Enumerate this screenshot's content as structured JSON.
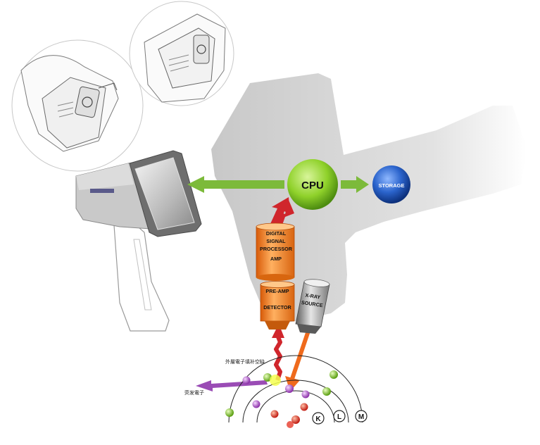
{
  "labels": {
    "cpu": "CPU",
    "storage": "STORAGE",
    "dsp_line1": "DIGITAL",
    "dsp_line2": "SIGNAL",
    "dsp_line3": "PROCESSOR",
    "dsp_line4": "AMP",
    "preamp": "PRE-AMP",
    "detector": "DETECTOR",
    "xray_line1": "X-RAY",
    "xray_line2": "SOURCE",
    "shell_k": "K",
    "shell_l": "L",
    "shell_m": "M",
    "top_caption": "外層電子填补空缺",
    "left_caption": "荧发電子"
  },
  "colors": {
    "cpu": "#7dc41f",
    "storage": "#1d56b8",
    "amp": "#f0801c",
    "arrow_red": "#d0262c",
    "arrow_green": "#7cba3a",
    "arrow_orange": "#ef6a1c",
    "arrow_purple": "#9040a8",
    "device_gray": "#d6d6d6"
  },
  "icons": {
    "device": "xrf-analyzer-icon",
    "detail_left": "connector-detail-icon",
    "detail_right": "battery-detail-icon"
  }
}
